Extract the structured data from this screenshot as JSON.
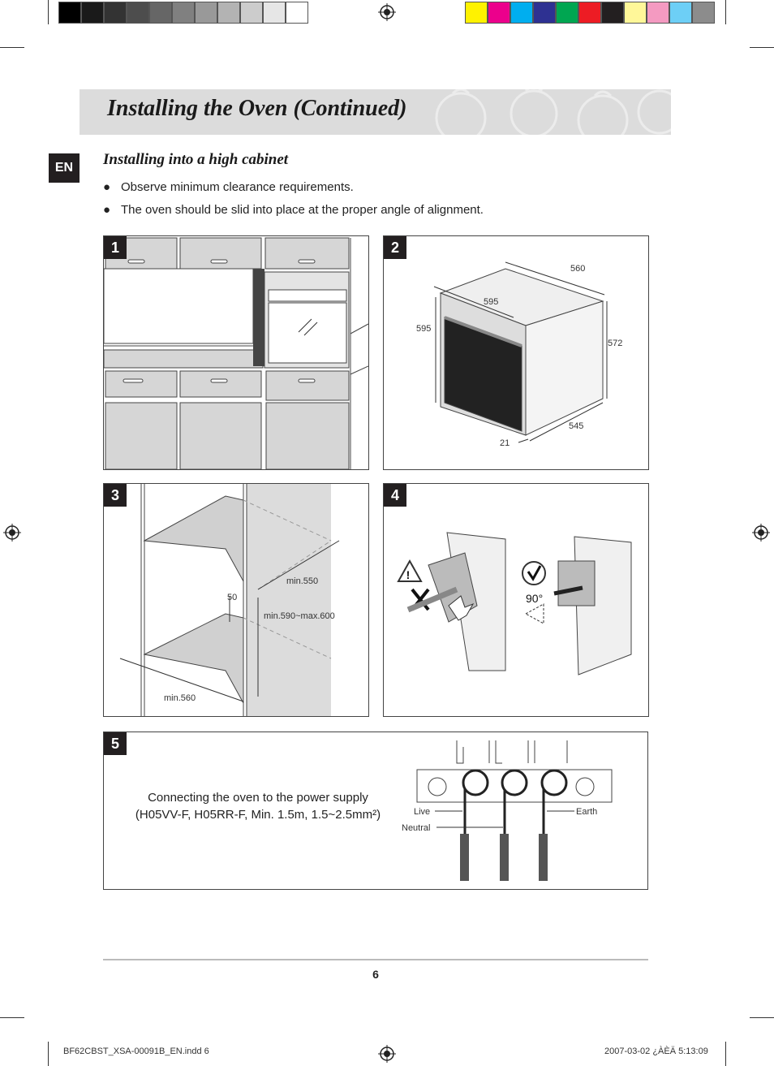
{
  "header": {
    "title": "Installing the Oven (Continued)"
  },
  "language_tab": "EN",
  "section": {
    "subtitle": "Installing into a high cabinet",
    "bullets": [
      "Observe minimum clearance requirements.",
      "The oven should be slid into place at the proper angle of alignment."
    ]
  },
  "figures": {
    "fig1": {
      "number": "1"
    },
    "fig2": {
      "number": "2",
      "dims": {
        "depth_top": "560",
        "width_front": "595",
        "height_front": "595",
        "height_side": "572",
        "depth_bottom": "545",
        "door": "21"
      }
    },
    "fig3": {
      "number": "3",
      "dims": {
        "depth_min": "min.550",
        "gap": "50",
        "height_range": "min.590~max.600",
        "width_min": "min.560"
      }
    },
    "fig4": {
      "number": "4",
      "angle": "90°"
    },
    "fig5": {
      "number": "5",
      "caption_line1": "Connecting the oven to the power supply",
      "caption_line2": "(H05VV-F, H05RR-F, Min. 1.5m, 1.5~2.5mm²)",
      "labels": {
        "live": "Live",
        "neutral": "Neutral",
        "earth": "Earth"
      }
    }
  },
  "footer": {
    "page_number": "6",
    "file_slug": "BF62CBST_XSA-00091B_EN.indd   6",
    "timestamp": "2007-03-02   ¿ÀÈÄ 5:13:09"
  },
  "colors": {
    "title_band": "#dcdcdc",
    "tab_bg": "#231f20",
    "swatches_gray": [
      "#000000",
      "#1a1a1a",
      "#333333",
      "#4d4d4d",
      "#666666",
      "#808080",
      "#999999",
      "#b3b3b3",
      "#cccccc",
      "#e6e6e6",
      "#ffffff"
    ],
    "swatches_color": [
      "#fff200",
      "#ec008c",
      "#00aeef",
      "#2e3192",
      "#00a651",
      "#ed1c24",
      "#231f20",
      "#fff799",
      "#f49ac1",
      "#6dcff6",
      "#8c8c8c"
    ]
  }
}
